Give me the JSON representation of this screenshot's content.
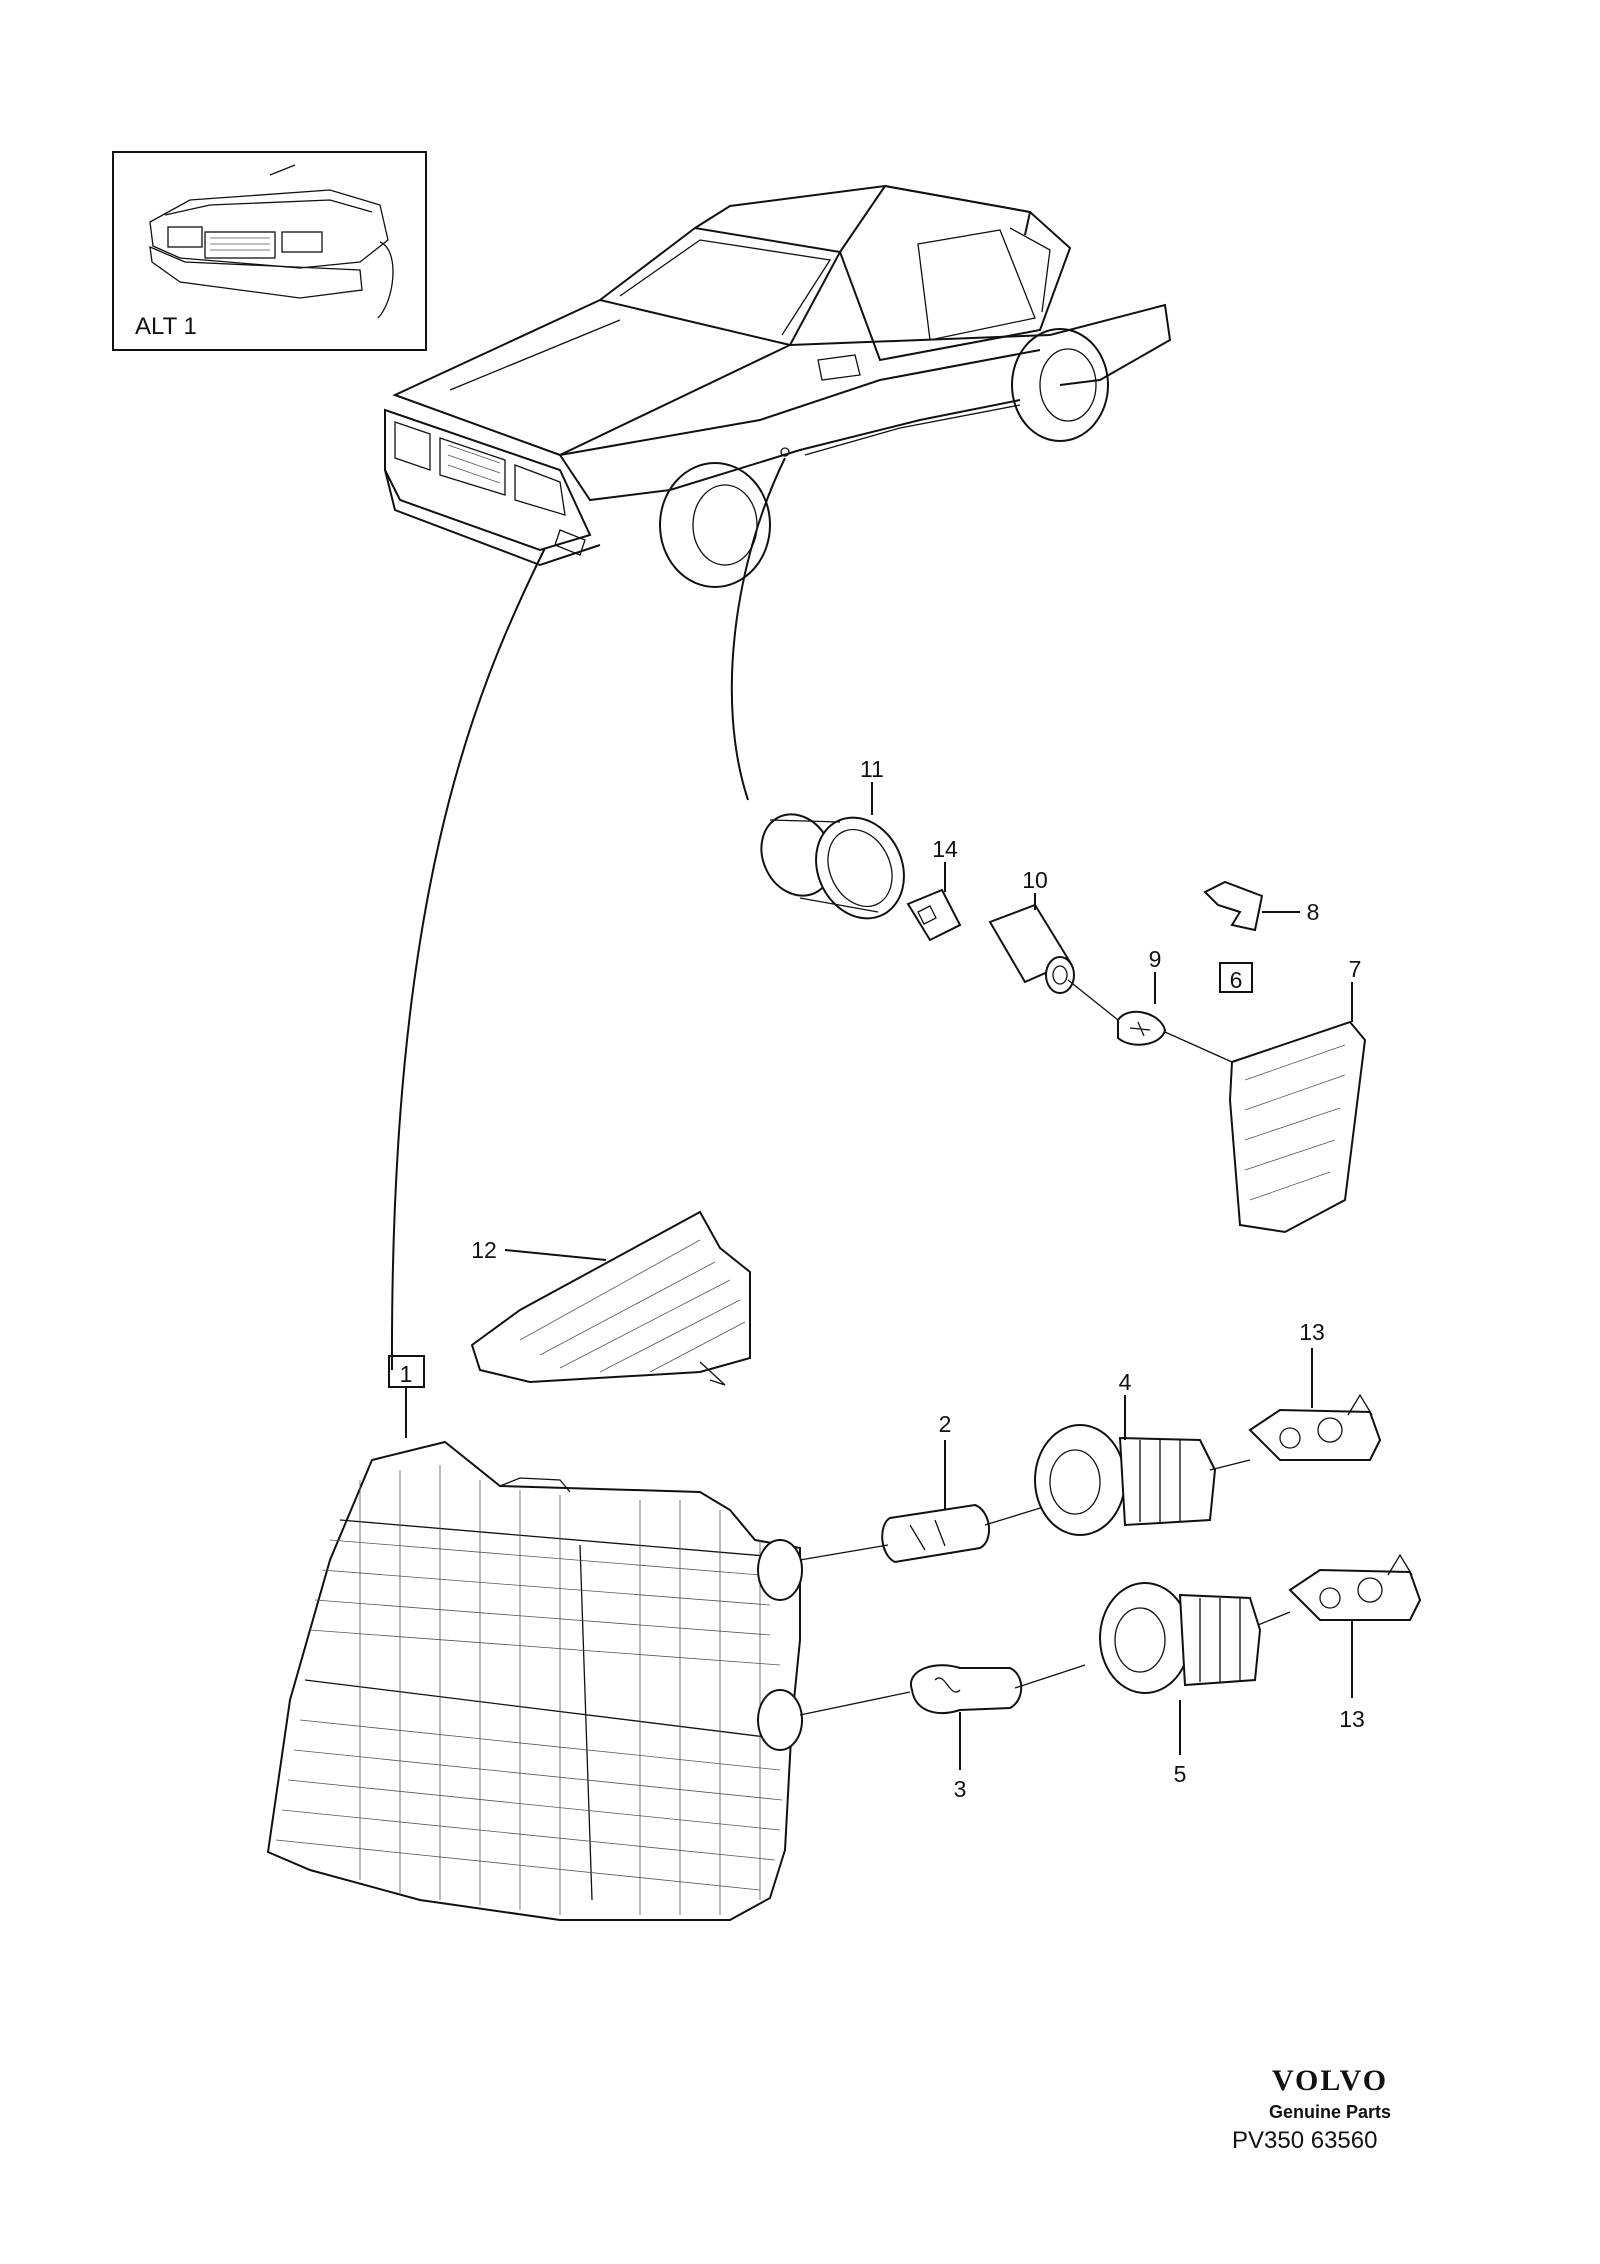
{
  "inset": {
    "label": "ALT 1"
  },
  "callouts": {
    "p1": "1",
    "p2": "2",
    "p3": "3",
    "p4": "4",
    "p5": "5",
    "p6": "6",
    "p7": "7",
    "p8": "8",
    "p9": "9",
    "p10": "10",
    "p11": "11",
    "p12": "12",
    "p13a": "13",
    "p13b": "13",
    "p14": "14"
  },
  "brand": {
    "name": "VOLVO",
    "sub": "Genuine Parts"
  },
  "code": "PV350 63560"
}
